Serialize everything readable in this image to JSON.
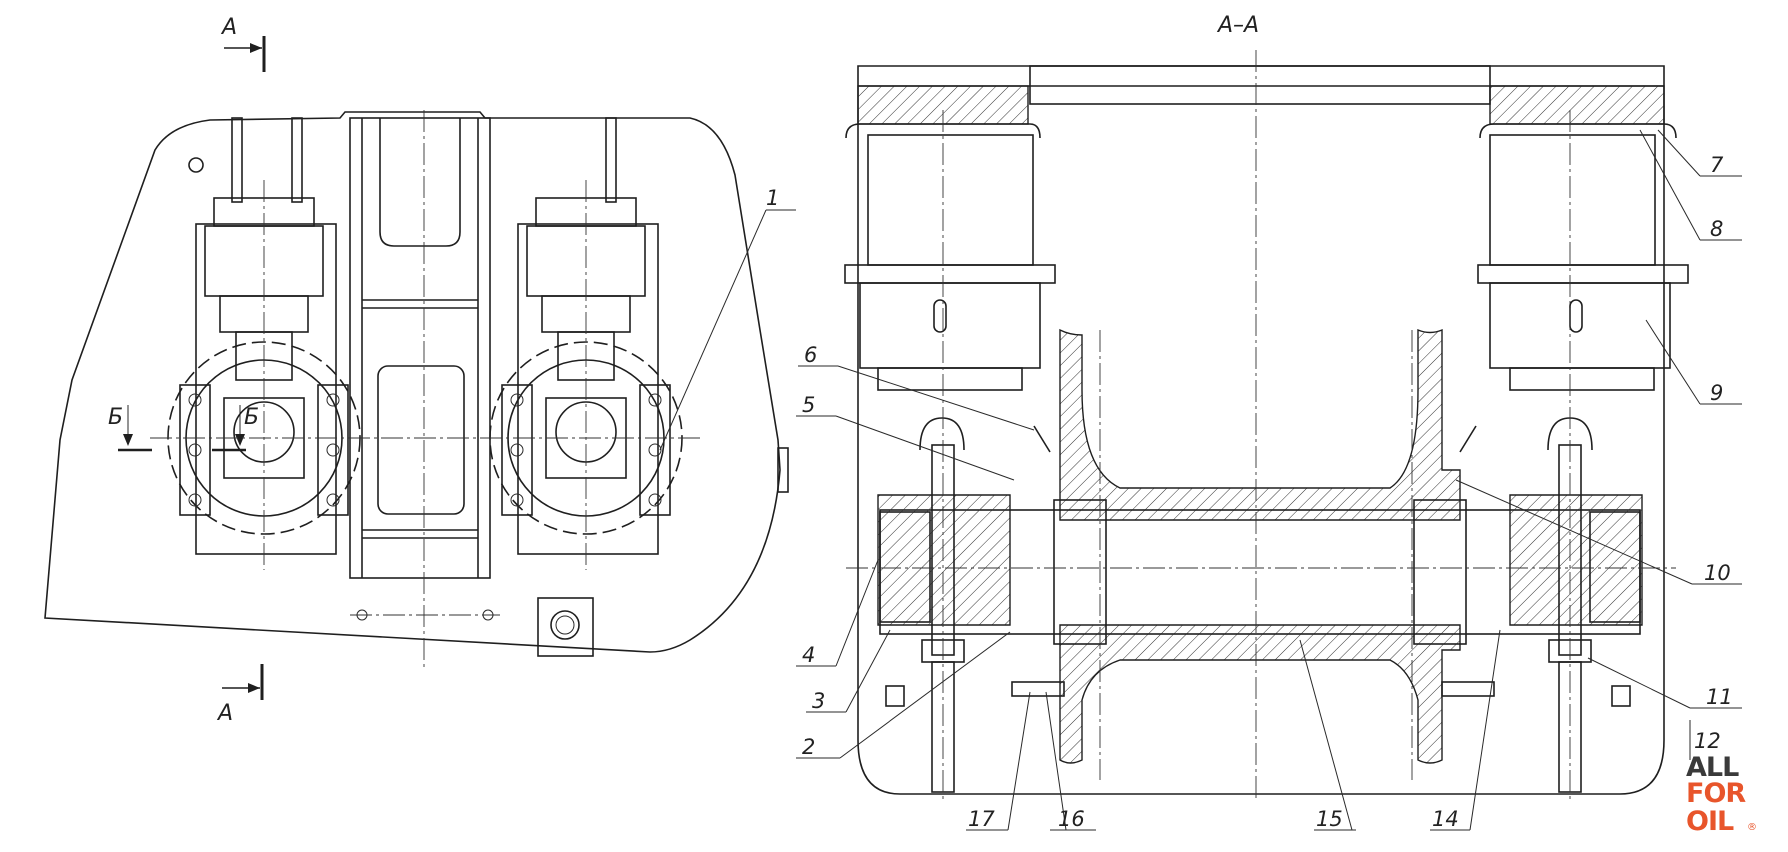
{
  "section_title": "A–A",
  "left_view": {
    "cut_marker": "A",
    "cut_marker_b": "Б"
  },
  "callouts": [
    "1",
    "2",
    "3",
    "4",
    "5",
    "6",
    "7",
    "8",
    "9",
    "10",
    "11",
    "12",
    "14",
    "15",
    "16",
    "17"
  ],
  "logo": {
    "line1": "ALL",
    "line2": "FOR",
    "line3": "OIL",
    "mark": "®",
    "accent_color": "#e8552b",
    "dark_color": "#3a3a3a"
  }
}
